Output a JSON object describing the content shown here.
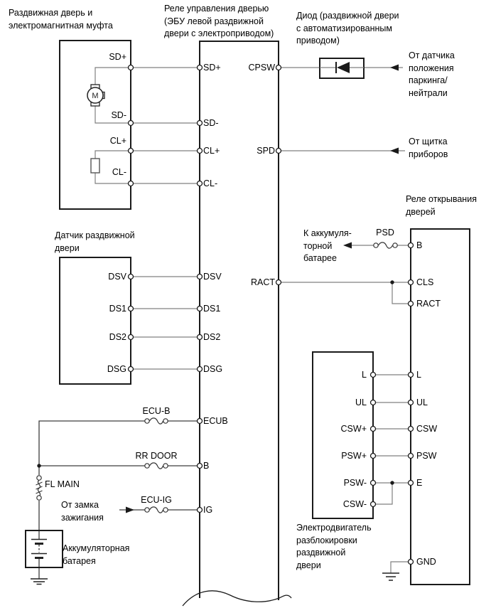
{
  "titles": {
    "door_clutch": "Раздвижная дверь и\nэлектромагнитная муфта",
    "door_ecu": "Реле управления дверью\n(ЭБУ левой раздвижной\nдвери с электроприводом)",
    "diode": "Диод (раздвижной двери\nс автоматизированным\nприводом)",
    "door_sensor": "Датчик раздвижной\nдвери",
    "door_open_relay": "Реле открывания\nдверей",
    "unlock_motor": "Электродвигатель\nразблокировки\nраздвижной\nдвери"
  },
  "refs": {
    "park_neutral": "От датчика\nположения\nпаркинга/\nнейтрали",
    "instrument_panel": "От щитка\nприборов",
    "to_battery": "К аккумуля-\nторной\nбатарее",
    "ignition": "От замка\nзажигания",
    "battery": "Аккумуляторная\nбатарея"
  },
  "fuses": {
    "psd": "PSD",
    "ecu_b": "ECU-B",
    "rr_door": "RR DOOR",
    "ecu_ig": "ECU-IG",
    "fl_main": "FL MAIN"
  },
  "pins": {
    "door_clutch": {
      "sd_plus": "SD+",
      "sd_minus": "SD-",
      "cl_plus": "CL+",
      "cl_minus": "CL-"
    },
    "sensor": {
      "dsv": "DSV",
      "ds1": "DS1",
      "ds2": "DS2",
      "dsg": "DSG"
    },
    "ecu_left": {
      "sd_plus": "SD+",
      "sd_minus": "SD-",
      "cl_plus": "CL+",
      "cl_minus": "CL-",
      "dsv": "DSV",
      "ds1": "DS1",
      "ds2": "DS2",
      "dsg": "DSG",
      "ecub": "ECUB",
      "b": "B",
      "ig": "IG"
    },
    "ecu_right": {
      "cpsw": "CPSW",
      "spd": "SPD",
      "ract": "RACT"
    },
    "relay": {
      "b": "B",
      "cls": "CLS",
      "ract": "RACT",
      "l": "L",
      "ul": "UL",
      "csw": "CSW",
      "psw": "PSW",
      "e": "E",
      "gnd": "GND"
    },
    "motor": {
      "l": "L",
      "ul": "UL",
      "csw_plus": "CSW+",
      "psw_plus": "PSW+",
      "psw_minus": "PSW-",
      "csw_minus": "CSW-"
    }
  },
  "symbols": {
    "motor": "M"
  },
  "colors": {
    "box_line": "#1a1a1a",
    "wire": "#808080",
    "power_wire": "#3d3d3d",
    "background": "#ffffff"
  }
}
